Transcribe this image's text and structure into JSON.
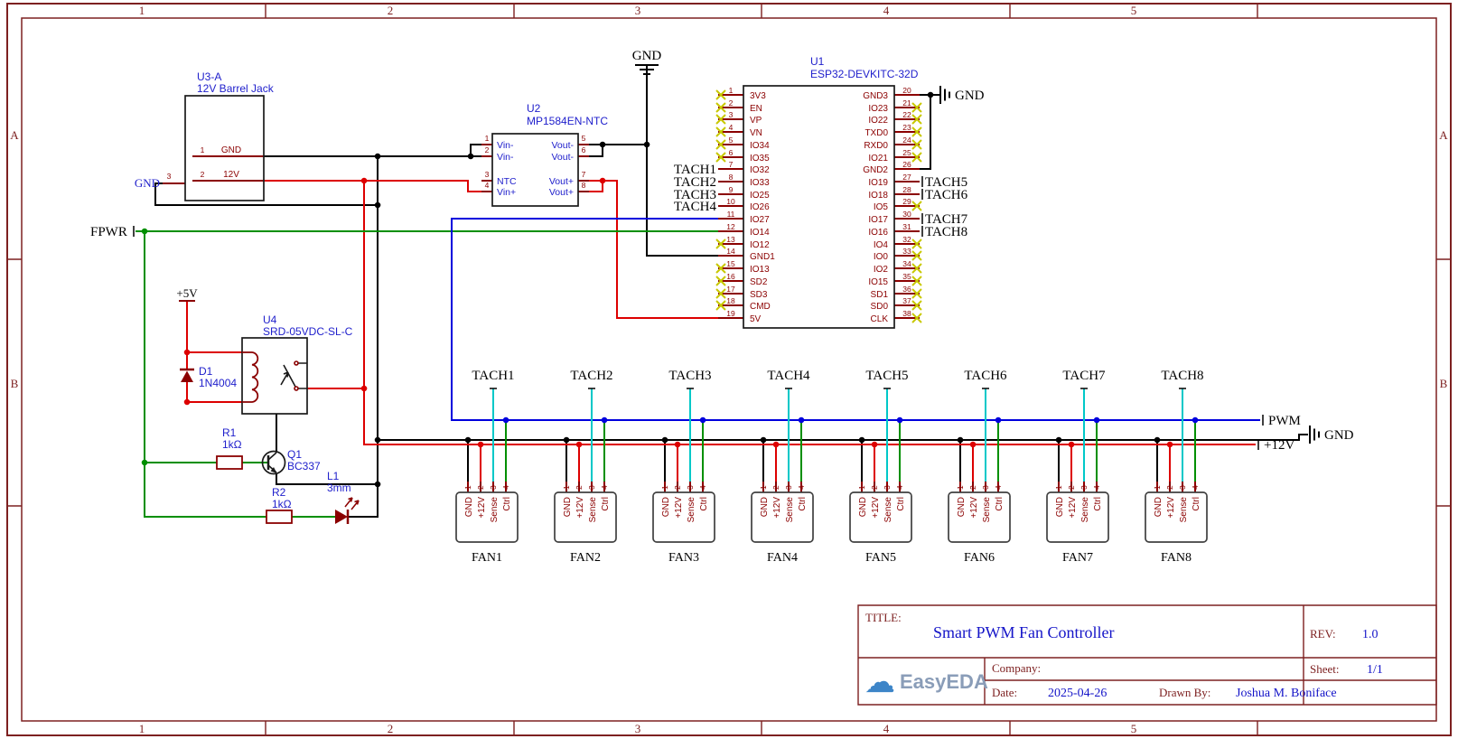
{
  "frame": {
    "cols": [
      "1",
      "2",
      "3",
      "4",
      "5"
    ],
    "rows": [
      "A",
      "B"
    ]
  },
  "colors": {
    "wire_black": "#000000",
    "wire_red": "#dd0000",
    "wire_green": "#008f00",
    "wire_blue": "#0000dd",
    "wire_cyan": "#00c8c8",
    "pin": "#8b0000",
    "designator": "#2020cc",
    "frame": "#7d2020",
    "no_connect": "#c8c800",
    "value_blue": "#1414c8"
  },
  "nets": {
    "gnd_top": "GND",
    "gnd_right_esp": "GND",
    "gnd_right_bus": "GND",
    "gnd_barrel": "GND",
    "fpwr": "FPWR",
    "p5v": "+5V",
    "pwm": "PWM",
    "p12v": "+12V"
  },
  "u3": {
    "ref": "U3-A",
    "value": "12V Barrel Jack",
    "pins": [
      {
        "num": "1",
        "name": "GND"
      },
      {
        "num": "2",
        "name": "12V"
      },
      {
        "num": "3",
        "name": ""
      }
    ]
  },
  "u2": {
    "ref": "U2",
    "value": "MP1584EN-NTC",
    "left": [
      {
        "num": "1",
        "name": "Vin-"
      },
      {
        "num": "2",
        "name": "Vin-"
      },
      {
        "num": "3",
        "name": "NTC"
      },
      {
        "num": "4",
        "name": "Vin+"
      }
    ],
    "right": [
      {
        "num": "5",
        "name": "Vout-"
      },
      {
        "num": "6",
        "name": "Vout-"
      },
      {
        "num": "7",
        "name": "Vout+"
      },
      {
        "num": "8",
        "name": "Vout+"
      }
    ]
  },
  "u1": {
    "ref": "U1",
    "value": "ESP32-DEVKITC-32D",
    "left": [
      {
        "num": "1",
        "name": "3V3"
      },
      {
        "num": "2",
        "name": "EN"
      },
      {
        "num": "3",
        "name": "VP"
      },
      {
        "num": "4",
        "name": "VN"
      },
      {
        "num": "5",
        "name": "IO34"
      },
      {
        "num": "6",
        "name": "IO35"
      },
      {
        "num": "7",
        "name": "IO32"
      },
      {
        "num": "8",
        "name": "IO33"
      },
      {
        "num": "9",
        "name": "IO25"
      },
      {
        "num": "10",
        "name": "IO26"
      },
      {
        "num": "11",
        "name": "IO27"
      },
      {
        "num": "12",
        "name": "IO14"
      },
      {
        "num": "13",
        "name": "IO12"
      },
      {
        "num": "14",
        "name": "GND1"
      },
      {
        "num": "15",
        "name": "IO13"
      },
      {
        "num": "16",
        "name": "SD2"
      },
      {
        "num": "17",
        "name": "SD3"
      },
      {
        "num": "18",
        "name": "CMD"
      },
      {
        "num": "19",
        "name": "5V"
      }
    ],
    "right": [
      {
        "num": "20",
        "name": "GND3"
      },
      {
        "num": "21",
        "name": "IO23"
      },
      {
        "num": "22",
        "name": "IO22"
      },
      {
        "num": "23",
        "name": "TXD0"
      },
      {
        "num": "24",
        "name": "RXD0"
      },
      {
        "num": "25",
        "name": "IO21"
      },
      {
        "num": "26",
        "name": "GND2"
      },
      {
        "num": "27",
        "name": "IO19"
      },
      {
        "num": "28",
        "name": "IO18"
      },
      {
        "num": "29",
        "name": "IO5"
      },
      {
        "num": "30",
        "name": "IO17"
      },
      {
        "num": "31",
        "name": "IO16"
      },
      {
        "num": "32",
        "name": "IO4"
      },
      {
        "num": "33",
        "name": "IO0"
      },
      {
        "num": "34",
        "name": "IO2"
      },
      {
        "num": "35",
        "name": "IO15"
      },
      {
        "num": "36",
        "name": "SD1"
      },
      {
        "num": "37",
        "name": "SD0"
      },
      {
        "num": "38",
        "name": "CLK"
      }
    ]
  },
  "u4": {
    "ref": "U4",
    "value": "SRD-05VDC-SL-C"
  },
  "d1": {
    "ref": "D1",
    "value": "1N4004"
  },
  "r1": {
    "ref": "R1",
    "value": "1kΩ"
  },
  "r2": {
    "ref": "R2",
    "value": "1kΩ"
  },
  "q1": {
    "ref": "Q1",
    "value": "BC337"
  },
  "l1": {
    "ref": "L1",
    "value": "3mm"
  },
  "tach_left": [
    "TACH1",
    "TACH2",
    "TACH3",
    "TACH4"
  ],
  "tach_right": [
    "TACH5",
    "TACH6",
    "TACH7",
    "TACH8"
  ],
  "fans": {
    "labels": [
      "FAN1",
      "FAN2",
      "FAN3",
      "FAN4",
      "FAN5",
      "FAN6",
      "FAN7",
      "FAN8"
    ],
    "pin_nums": [
      "1",
      "2",
      "3",
      "4"
    ],
    "pin_names": [
      "GND",
      "+12V",
      "Sense",
      "Ctrl"
    ],
    "tach": [
      "TACH1",
      "TACH2",
      "TACH3",
      "TACH4",
      "TACH5",
      "TACH6",
      "TACH7",
      "TACH8"
    ]
  },
  "title_block": {
    "title_label": "TITLE:",
    "title": "Smart PWM Fan Controller",
    "rev_label": "REV:",
    "rev": "1.0",
    "company_label": "Company:",
    "sheet_label": "Sheet:",
    "sheet": "1/1",
    "date_label": "Date:",
    "date": "2025-04-26",
    "drawn_by_label": "Drawn By:",
    "drawn_by": "Joshua M. Boniface",
    "logo_text": "EasyEDA",
    "logo_cloud": "☁"
  }
}
